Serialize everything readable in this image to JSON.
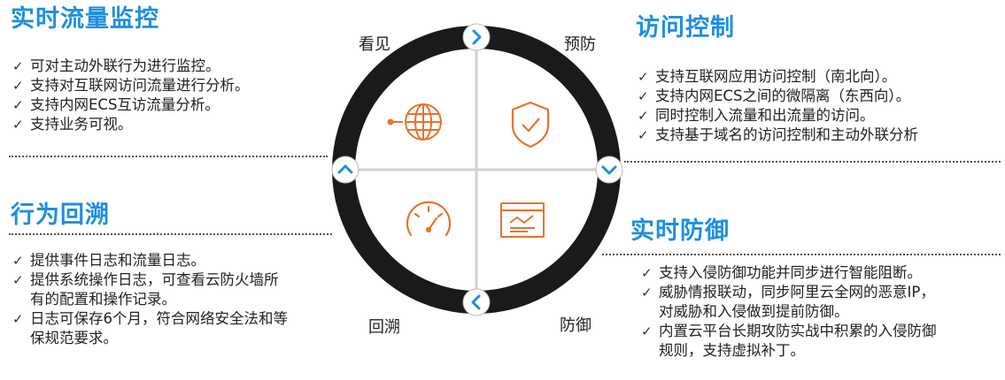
{
  "top_left": {
    "title": "实时流量监控",
    "items": [
      "可对主动外联行为进行监控。",
      "支持对互联网访问流量进行分析。",
      "支持内网ECS互访流量分析。",
      "支持业务可视。"
    ]
  },
  "top_right": {
    "title": "访问控制",
    "items": [
      "支持互联网应用访问控制（南北向）。",
      "支持内网ECS之间的微隔离（东西向）。",
      "同时控制入流量和出流量的访问。",
      "支持基于域名的访问控制和主动外联分析"
    ]
  },
  "bottom_left": {
    "title": "行为回溯",
    "items": [
      {
        "lines": [
          "提供事件日志和流量日志。"
        ]
      },
      {
        "lines": [
          "提供系统操作日志，可查看云防火墙所",
          "有的配置和操作记录。"
        ]
      },
      {
        "lines": [
          "日志可保存6个月，符合网络安全法和等",
          "保规范要求。"
        ]
      }
    ]
  },
  "bottom_right": {
    "title": "实时防御",
    "items": [
      {
        "lines": [
          "支持入侵防御功能并同步进行智能阻断。"
        ]
      },
      {
        "lines": [
          "威胁情报联动，同步阿里云全网的恶意IP，",
          "对威胁和入侵做到提前防御。"
        ]
      },
      {
        "lines": [
          "内置云平台长期攻防实战中积累的入侵防御",
          "规则，支持虚拟补丁。"
        ]
      }
    ]
  },
  "cycle": {
    "corner_labels": {
      "top_left": "看见",
      "top_right": "预防",
      "bottom_left": "回溯",
      "bottom_right": "防御"
    },
    "ring_labels": {
      "top_left": "流量监控",
      "top_right": "访问控制",
      "bottom_left": "行为回溯",
      "bottom_right": "实时防御"
    },
    "quadrant_icons": {
      "top_left": "globe-icon",
      "top_right": "shield-check-icon",
      "bottom_left": "gauge-icon",
      "bottom_right": "monitor-chart-icon"
    },
    "arrows": {
      "top": "chevron-right-icon",
      "right": "chevron-down-icon",
      "bottom": "chevron-left-icon",
      "left": "chevron-up-icon"
    }
  },
  "colors": {
    "accent_blue": "#1f8fe0",
    "icon_orange": "#e8732e",
    "ring": "#1a1a1a"
  }
}
